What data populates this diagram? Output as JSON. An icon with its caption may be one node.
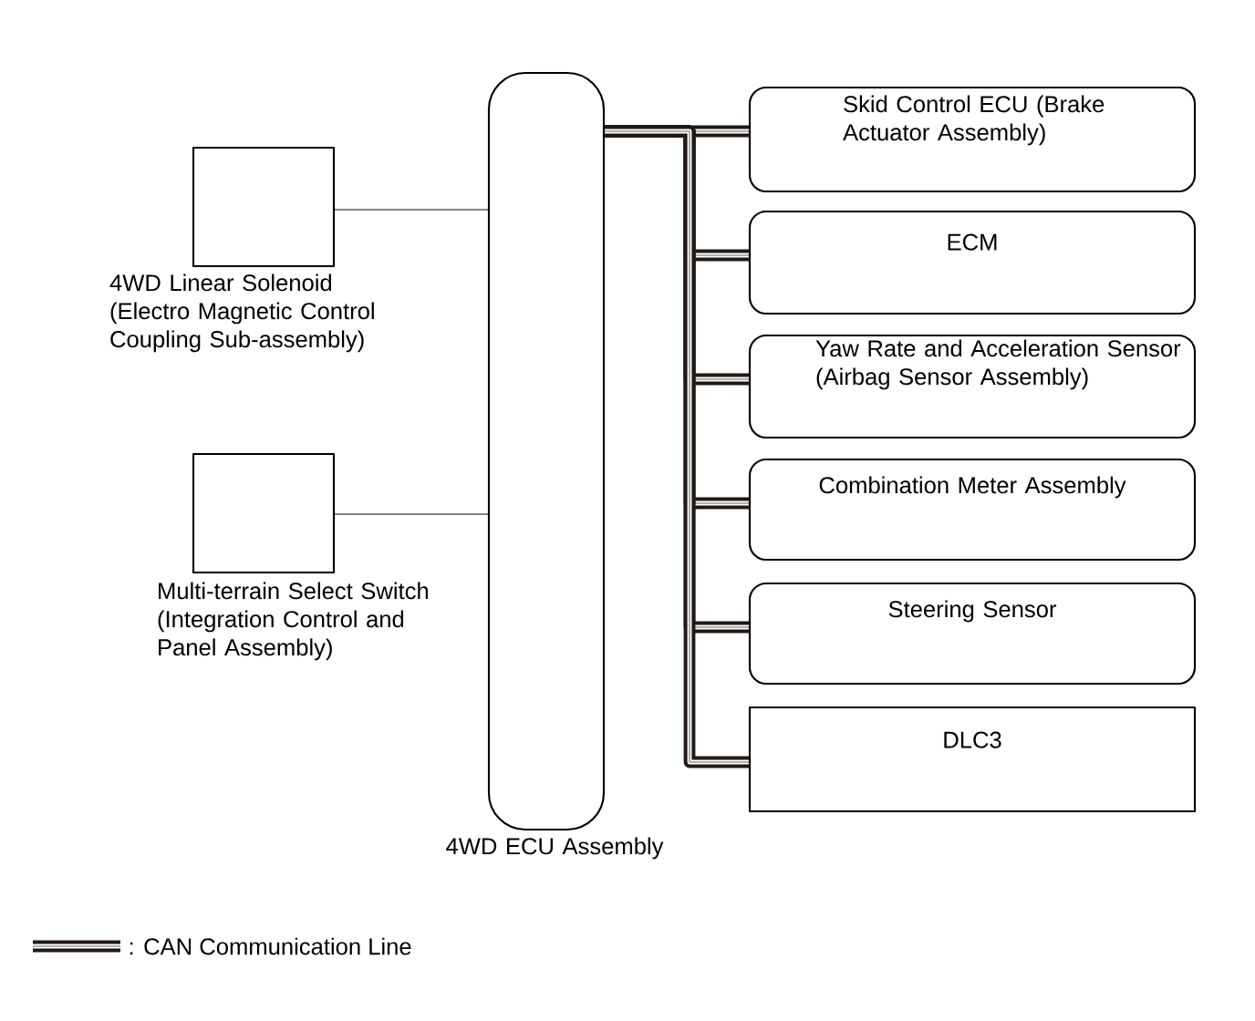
{
  "diagram": {
    "nodes": [
      {
        "text": [
          "4WD ECU Assembly"
        ]
      },
      {
        "text": [
          "4WD Linear Solenoid (Electro Magnetic Control Coupling Sub-assembly)"
        ]
      },
      {
        "text": [
          "Multi-terrain Select Switch (Integration Control and Panel Assembly)"
        ]
      },
      {
        "text": [
          "Skid Control ECU (Brake Actuator Assembly)"
        ]
      },
      {
        "text": [
          "ECM"
        ]
      },
      {
        "text": [
          "Yaw Rate and Acceleration Sensor (Airbag Sensor Assembly)"
        ]
      },
      {
        "text": [
          "Combination Meter Assembly"
        ]
      },
      {
        "text": [
          "Steering Sensor"
        ]
      },
      {
        "text": [
          "DLC3"
        ]
      }
    ],
    "edges": [
      {
        "from": 0,
        "to": 1,
        "arrow": "none",
        "color": "#5a5a5a"
      },
      {
        "from": 0,
        "to": 2,
        "arrow": "none",
        "color": "#5a5a5a"
      },
      {
        "from": 0,
        "to": 3,
        "arrow": "none"
      },
      {
        "from": 0,
        "to": 4,
        "arrow": "none"
      },
      {
        "from": 0,
        "to": 5,
        "arrow": "none"
      },
      {
        "from": 0,
        "to": 6,
        "arrow": "none"
      },
      {
        "from": 0,
        "to": 7,
        "arrow": "none"
      },
      {
        "from": 0,
        "to": 8,
        "arrow": "none"
      }
    ],
    "legend": [
      {
        "text": ": CAN Communication Line"
      }
    ]
  }
}
